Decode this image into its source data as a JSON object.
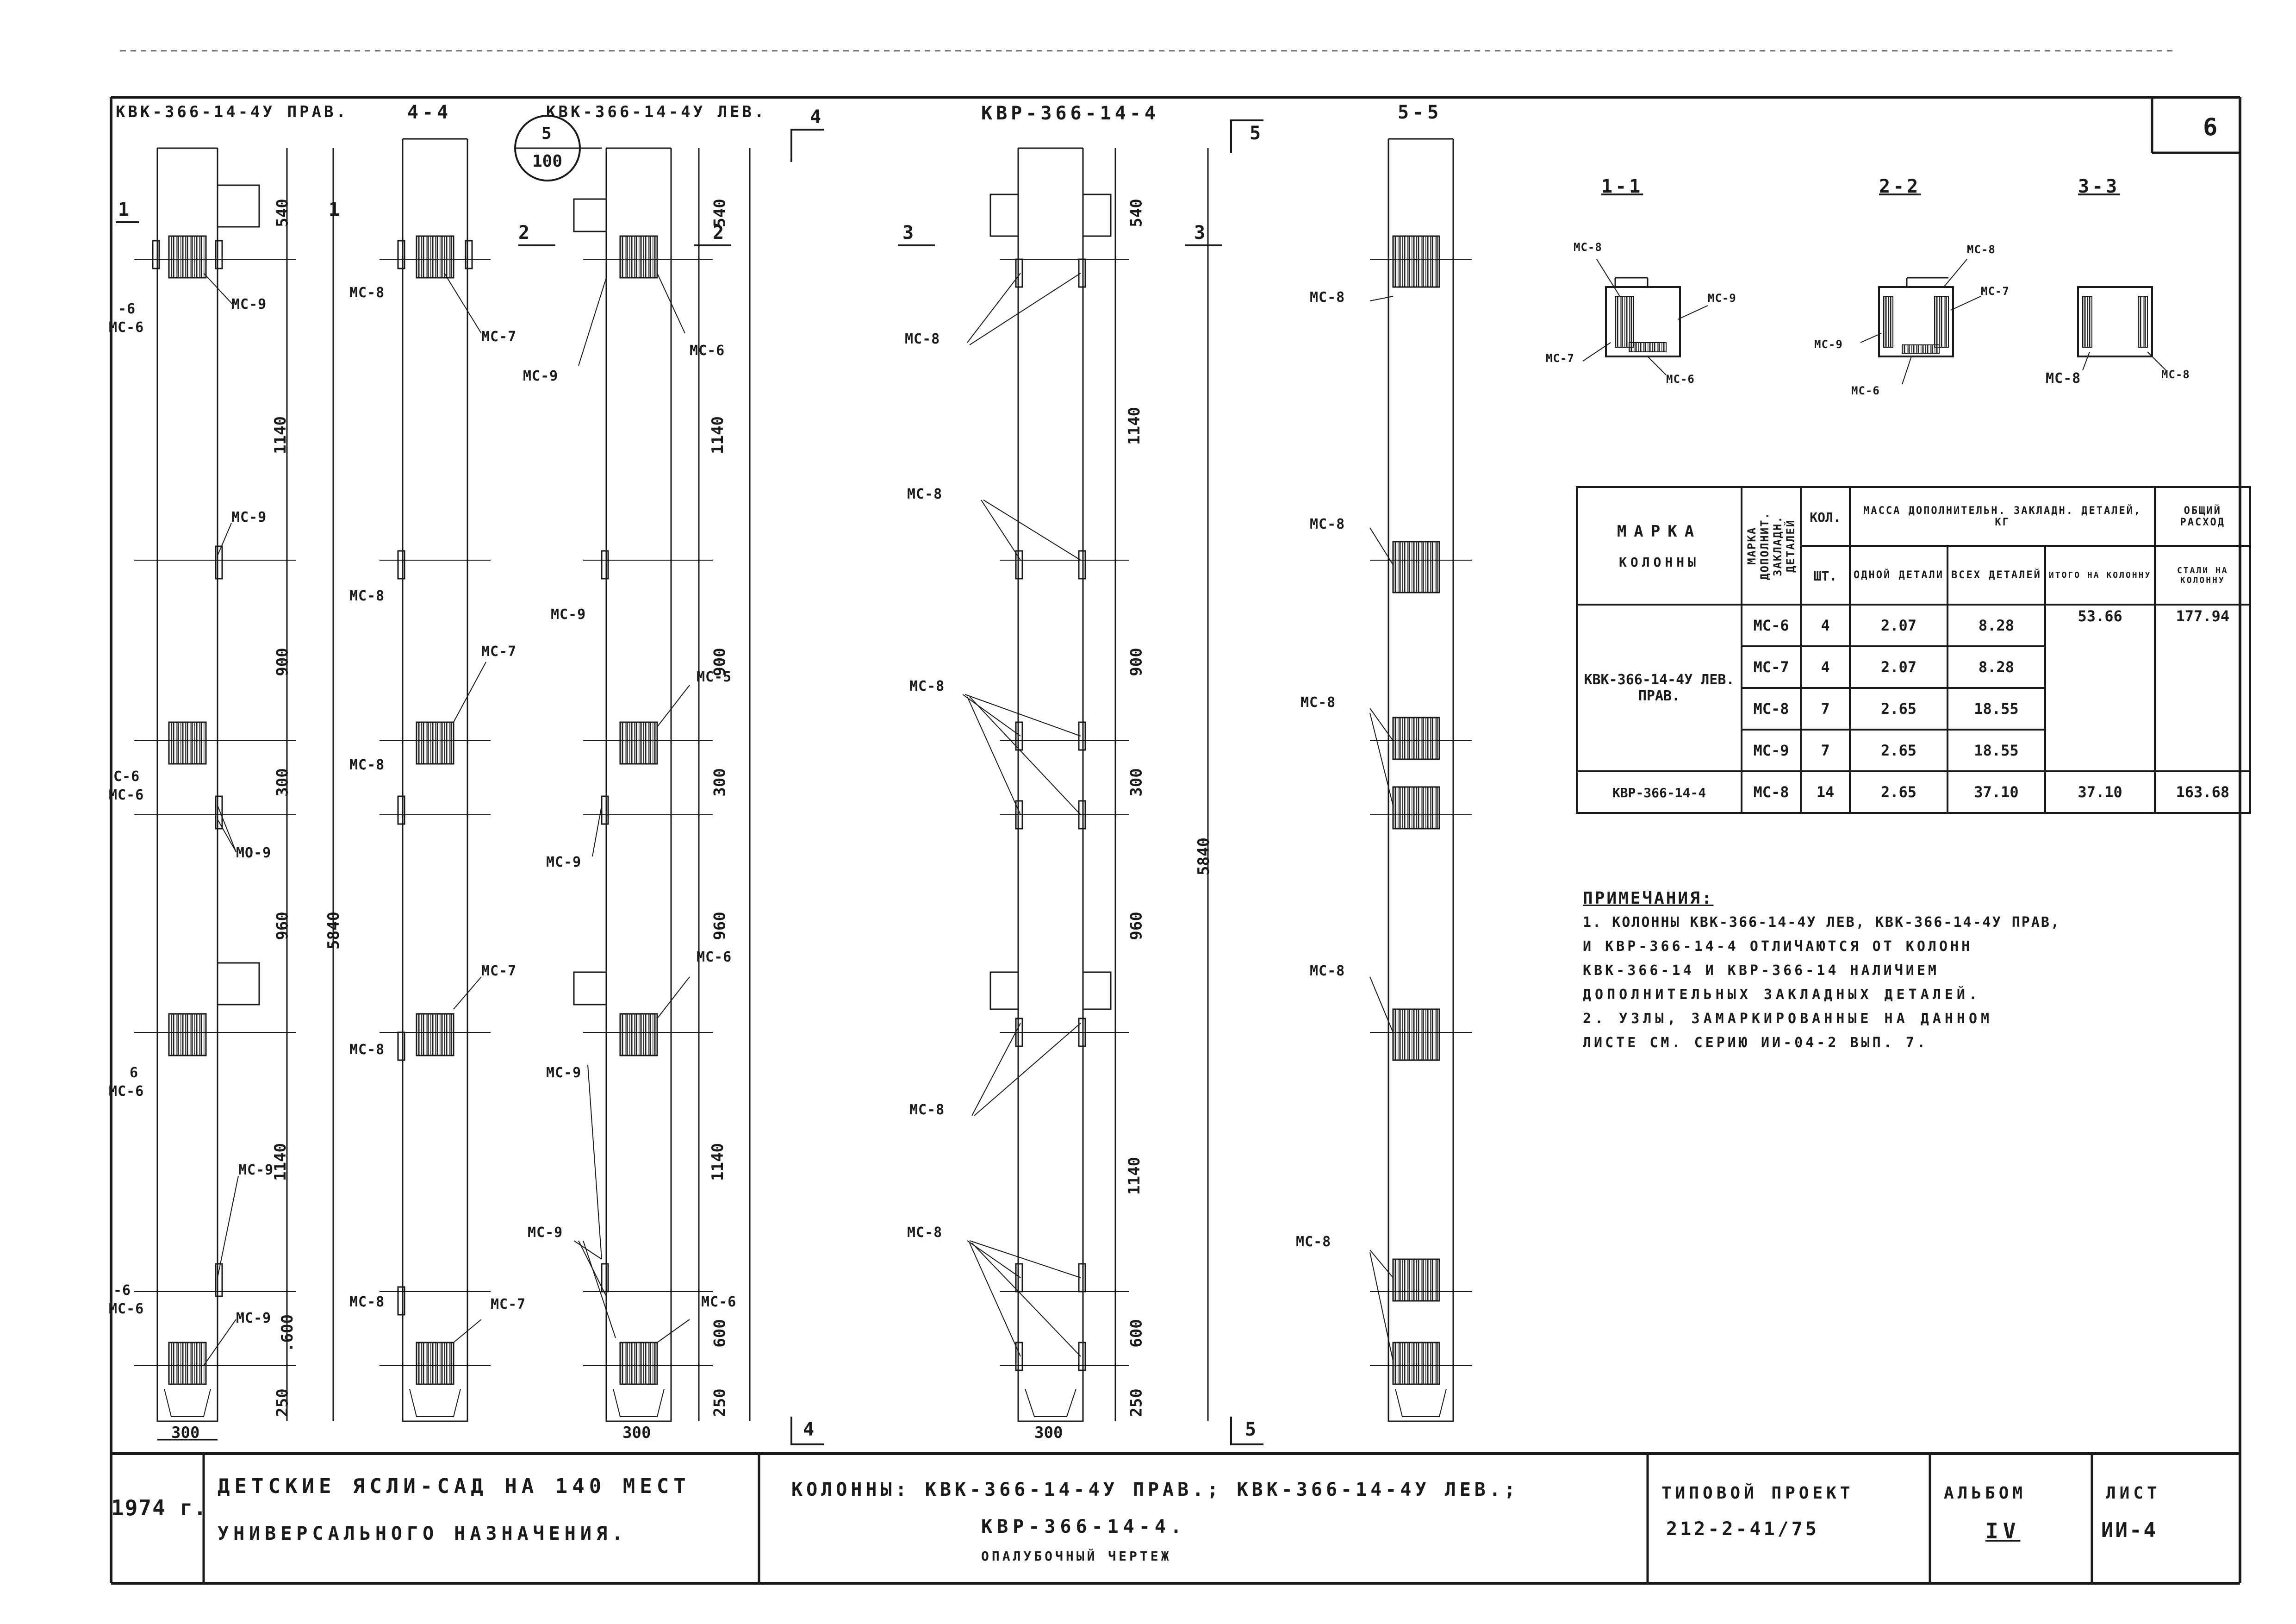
{
  "sheet_number": "6",
  "views": [
    {
      "title": "КВК-366-14-4У ПРАВ."
    },
    {
      "title": "4-4"
    },
    {
      "title": "КВК-366-14-4У ЛЕВ."
    },
    {
      "title": "КВР-366-14-4"
    },
    {
      "title": "5-5"
    }
  ],
  "detail_callout": {
    "top": "5",
    "bottom": "100"
  },
  "section_marks": {
    "s1": "1",
    "s2": "2",
    "s3": "3",
    "s4": "4",
    "s5": "5"
  },
  "part_labels": {
    "mc6": "МС-6",
    "mc7": "МС-7",
    "mc8": "МС-8",
    "mc9": "МС-9",
    "mc5": "МС-5",
    "mc9b": "МО-9",
    "mc6short": "-6",
    "mc6s2": "6",
    "mc6s3": "С-6"
  },
  "dimensions": {
    "d540": "540",
    "d1140": "1140",
    "d900": "900",
    "d300": "300",
    "d960": "960",
    "d600": "600",
    "d250": "250",
    "d5840": "5840",
    "d600b": ".600",
    "w300": "300"
  },
  "sections": [
    {
      "title": "1-1"
    },
    {
      "title": "2-2"
    },
    {
      "title": "3-3"
    }
  ],
  "spec_table": {
    "headers": {
      "mark": "МАРКА",
      "column": "КОЛОННЫ",
      "embedded_mark": "МАРКА ДОПОЛНИТ. ЗАКЛАДН. ДЕТАЛЕЙ",
      "qty": "КОЛ.",
      "pcs": "ШТ.",
      "mass_group": "МАССА ДОПОЛНИТЕЛЬН. ЗАКЛАДН. ДЕТАЛЕЙ, КГ",
      "one": "ОДНОЙ ДЕТАЛИ",
      "all": "ВСЕХ ДЕТАЛЕЙ",
      "per_column": "ИТОГО НА КОЛОННУ",
      "total_group": "ОБЩИЙ РАСХОД",
      "steel": "СТАЛИ НА КОЛОННУ"
    },
    "group1_name": "КВК-366-14-4У ЛЕВ. ПРАВ.",
    "group1_per_column": "53.66",
    "group1_total": "177.94",
    "group1_rows": [
      {
        "mark": "МС-6",
        "qty": "4",
        "one": "2.07",
        "all": "8.28"
      },
      {
        "mark": "МС-7",
        "qty": "4",
        "one": "2.07",
        "all": "8.28"
      },
      {
        "mark": "МС-8",
        "qty": "7",
        "one": "2.65",
        "all": "18.55"
      },
      {
        "mark": "МС-9",
        "qty": "7",
        "one": "2.65",
        "all": "18.55"
      }
    ],
    "group2": {
      "name": "КВР-366-14-4",
      "mark": "МС-8",
      "qty": "14",
      "one": "2.65",
      "all": "37.10",
      "per_column": "37.10",
      "total": "163.68"
    }
  },
  "notes": {
    "title": "ПРИМЕЧАНИЯ:",
    "line1": "1. КОЛОННЫ КВК-366-14-4У ЛЕВ, КВК-366-14-4У ПРАВ,",
    "line2": "И КВР-366-14-4 ОТЛИЧАЮТСЯ ОТ КОЛОНН",
    "line3": "КВК-366-14 И КВР-366-14 НАЛИЧИЕМ",
    "line4": "ДОПОЛНИТЕЛЬНЫХ ЗАКЛАДНЫХ ДЕТАЛЕЙ.",
    "line5": "2. УЗЛЫ, ЗАМАРКИРОВАННЫЕ НА ДАННОМ",
    "line6": "ЛИСТЕ СМ. СЕРИЮ ИИ-04-2 ВЫП. 7."
  },
  "title_block": {
    "year": "1974 г.",
    "object_line1": "ДЕТСКИЕ ЯСЛИ-САД НА 140 МЕСТ",
    "object_line2": "УНИВЕРСАЛЬНОГО НАЗНАЧЕНИЯ.",
    "drawing_line1": "КОЛОННЫ: КВК-366-14-4У ПРАВ.; КВК-366-14-4У ЛЕВ.;",
    "drawing_line2": "КВР-366-14-4.",
    "drawing_line3": "ОПАЛУБОЧНЫЙ ЧЕРТЕЖ",
    "project_label": "ТИПОВОЙ ПРОЕКТ",
    "project_number": "212-2-41/75",
    "album_label": "АЛЬБОМ",
    "album_number": "IV",
    "sheet_label": "ЛИСТ",
    "sheet_code": "ИИ-4"
  }
}
